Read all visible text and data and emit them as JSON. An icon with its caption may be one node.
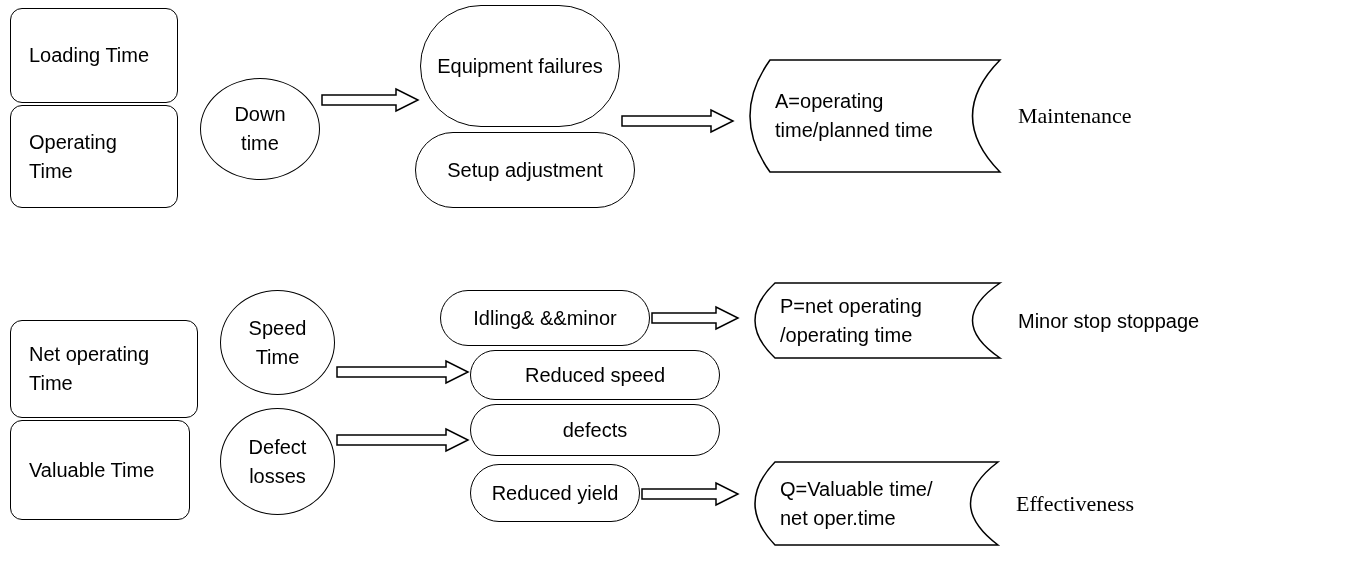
{
  "diagram": {
    "nodes": [
      {
        "text": [
          "Loading Time"
        ]
      },
      {
        "text": [
          "Operating Time"
        ]
      },
      {
        "text": [
          "Down time"
        ]
      },
      {
        "text": [
          "Equipment failures"
        ]
      },
      {
        "text": [
          "Setup adjustment"
        ]
      },
      {
        "text": [
          "A=operating time/planned time"
        ],
        "beside": [
          "Maintenance"
        ]
      },
      {
        "text": [
          "Net operating Time"
        ]
      },
      {
        "text": [
          "Valuable Time"
        ]
      },
      {
        "text": [
          "Speed Time"
        ]
      },
      {
        "text": [
          "Defect losses"
        ]
      },
      {
        "text": [
          "Idling& &&minor"
        ]
      },
      {
        "text": [
          "Reduced speed"
        ]
      },
      {
        "text": [
          "defects"
        ]
      },
      {
        "text": [
          "Reduced yield"
        ]
      },
      {
        "text": [
          "P=net operating /operating time"
        ],
        "beside": [
          "Minor stop stoppage"
        ]
      },
      {
        "text": [
          "Q=Valuable time/ net oper.time"
        ],
        "beside": [
          "Effectiveness"
        ]
      }
    ],
    "edges": [
      {
        "from": 2,
        "to": 3,
        "arrow": "to"
      },
      {
        "from": 3,
        "to": 5,
        "arrow": "to"
      },
      {
        "from": 8,
        "to": 11,
        "arrow": "to"
      },
      {
        "from": 9,
        "to": 12,
        "arrow": "to"
      },
      {
        "from": 10,
        "to": 14,
        "arrow": "to"
      },
      {
        "from": 13,
        "to": 15,
        "arrow": "to"
      }
    ]
  }
}
